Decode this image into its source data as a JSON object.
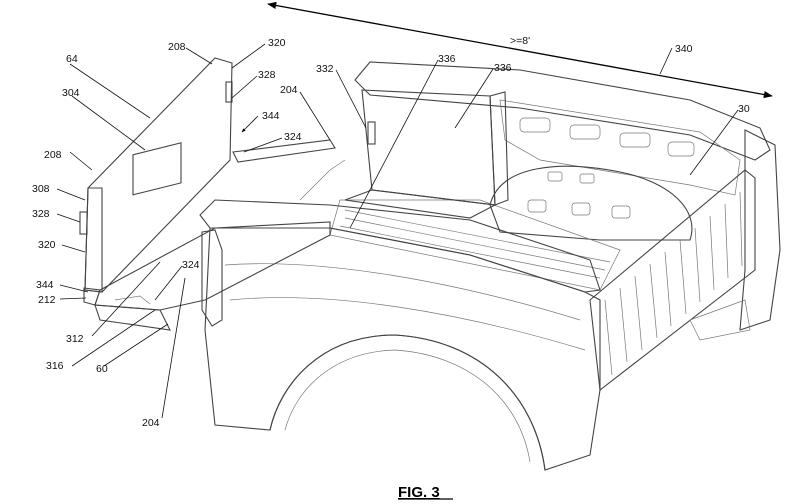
{
  "figure": {
    "caption": "FIG. 3",
    "dimension_label": ">=8'",
    "labels": {
      "l64": "64",
      "l304": "304",
      "l208a": "208",
      "l320a": "320",
      "l328a": "328",
      "l344a": "344",
      "l324a": "324",
      "l204a": "204",
      "l332": "332",
      "l336a": "336",
      "l336b": "336",
      "l340": "340",
      "l30": "30",
      "l208b": "208",
      "l308": "308",
      "l328b": "328",
      "l320b": "320",
      "l344b": "344",
      "l212": "212",
      "l324b": "324",
      "l312": "312",
      "l316": "316",
      "l60": "60",
      "l204b": "204"
    }
  }
}
